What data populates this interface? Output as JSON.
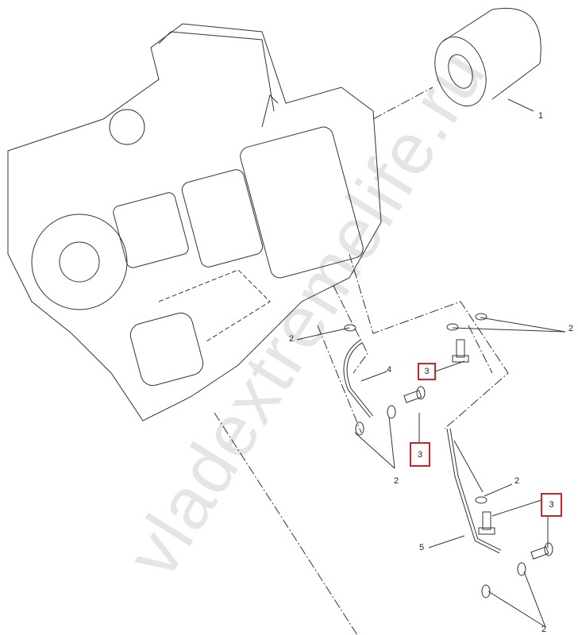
{
  "diagram": {
    "callouts": {
      "oil_filter": "1",
      "washer_top_right": "2",
      "washer_left": "2",
      "pipe_upper": "4",
      "bolt_upper": "3",
      "bolt_middle": "3",
      "washers_lower_left": "2",
      "washer_lower_right": "2",
      "bolt_lower_right": "3",
      "pipe_lower": "5",
      "washers_bottom": "2"
    },
    "highlight_color": "#c8262c",
    "watermark": "vladextremelife.ru"
  }
}
